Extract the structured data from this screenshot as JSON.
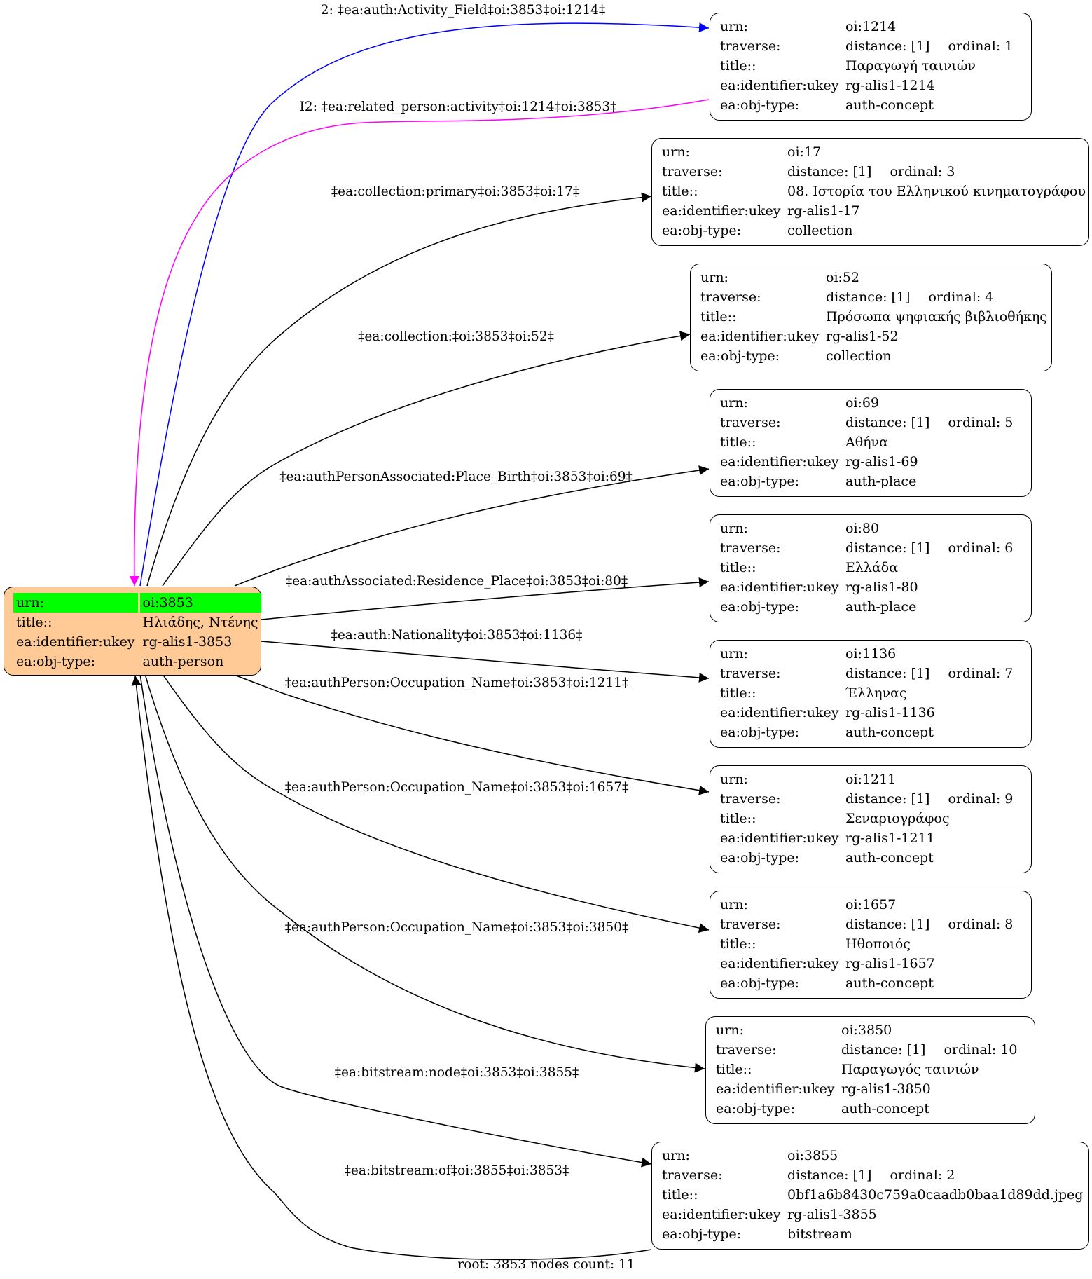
{
  "colors": {
    "root_fill": "#ffca96",
    "highlight": "#00ff00",
    "edge_default": "#000000",
    "edge_activity_field": "#0000ff",
    "edge_related_person": "#ff00ff"
  },
  "root_node": {
    "rows": [
      {
        "key": "urn:",
        "value": "oi:3853"
      },
      {
        "key": "title::",
        "value": "Ηλιάδης, Ντένης"
      },
      {
        "key": "ea:identifier:ukey",
        "value": "rg-alis1-3853"
      },
      {
        "key": "ea:obj-type:",
        "value": "auth-person"
      }
    ]
  },
  "nodes": [
    {
      "urn": "oi:1214",
      "distance": "distance: [1]",
      "ordinal": "ordinal: 1",
      "title": "Παραγωγή ταινιών",
      "ukey": "rg-alis1-1214",
      "obj_type": "auth-concept"
    },
    {
      "urn": "oi:17",
      "distance": "distance: [1]",
      "ordinal": "ordinal: 3",
      "title": "08. Ιστορία του Ελληνικού κινηματογράφου",
      "ukey": "rg-alis1-17",
      "obj_type": "collection"
    },
    {
      "urn": "oi:52",
      "distance": "distance: [1]",
      "ordinal": "ordinal: 4",
      "title": "Πρόσωπα ψηφιακής βιβλιοθήκης",
      "ukey": "rg-alis1-52",
      "obj_type": "collection"
    },
    {
      "urn": "oi:69",
      "distance": "distance: [1]",
      "ordinal": "ordinal: 5",
      "title": "Αθήνα",
      "ukey": "rg-alis1-69",
      "obj_type": "auth-place"
    },
    {
      "urn": "oi:80",
      "distance": "distance: [1]",
      "ordinal": "ordinal: 6",
      "title": "Ελλάδα",
      "ukey": "rg-alis1-80",
      "obj_type": "auth-place"
    },
    {
      "urn": "oi:1136",
      "distance": "distance: [1]",
      "ordinal": "ordinal: 7",
      "title": "Έλληνας",
      "ukey": "rg-alis1-1136",
      "obj_type": "auth-concept"
    },
    {
      "urn": "oi:1211",
      "distance": "distance: [1]",
      "ordinal": "ordinal: 9",
      "title": "Σεναριογράφος",
      "ukey": "rg-alis1-1211",
      "obj_type": "auth-concept"
    },
    {
      "urn": "oi:1657",
      "distance": "distance: [1]",
      "ordinal": "ordinal: 8",
      "title": "Ηθοποιός",
      "ukey": "rg-alis1-1657",
      "obj_type": "auth-concept"
    },
    {
      "urn": "oi:3850",
      "distance": "distance: [1]",
      "ordinal": "ordinal: 10",
      "title": "Παραγωγός ταινιών",
      "ukey": "rg-alis1-3850",
      "obj_type": "auth-concept"
    },
    {
      "urn": "oi:3855",
      "distance": "distance: [1]",
      "ordinal": "ordinal: 2",
      "title": "0bf1a6b8430c759a0caadb0baa1d89dd.jpeg",
      "ukey": "rg-alis1-3855",
      "obj_type": "bitstream"
    }
  ],
  "row_keys": {
    "urn": "urn:",
    "traverse": "traverse:",
    "title": "title::",
    "ukey": "ea:identifier:ukey",
    "obj_type": "ea:obj-type:"
  },
  "edges": [
    {
      "label": "2: ‡ea:auth:Activity_Field‡oi:3853‡oi:1214‡",
      "color": "blue"
    },
    {
      "label": "I2: ‡ea:related_person:activity‡oi:1214‡oi:3853‡",
      "color": "magenta"
    },
    {
      "label": "‡ea:collection:primary‡oi:3853‡oi:17‡",
      "color": "black"
    },
    {
      "label": "‡ea:collection:‡oi:3853‡oi:52‡",
      "color": "black"
    },
    {
      "label": "‡ea:authPersonAssociated:Place_Birth‡oi:3853‡oi:69‡",
      "color": "black"
    },
    {
      "label": "‡ea:authAssociated:Residence_Place‡oi:3853‡oi:80‡",
      "color": "black"
    },
    {
      "label": "‡ea:auth:Nationality‡oi:3853‡oi:1136‡",
      "color": "black"
    },
    {
      "label": "‡ea:authPerson:Occupation_Name‡oi:3853‡oi:1211‡",
      "color": "black"
    },
    {
      "label": "‡ea:authPerson:Occupation_Name‡oi:3853‡oi:1657‡",
      "color": "black"
    },
    {
      "label": "‡ea:authPerson:Occupation_Name‡oi:3853‡oi:3850‡",
      "color": "black"
    },
    {
      "label": "‡ea:bitstream:node‡oi:3853‡oi:3855‡",
      "color": "black"
    },
    {
      "label": "‡ea:bitstream:of‡oi:3855‡oi:3853‡",
      "color": "black"
    }
  ],
  "caption": "root: 3853 nodes count: 11"
}
